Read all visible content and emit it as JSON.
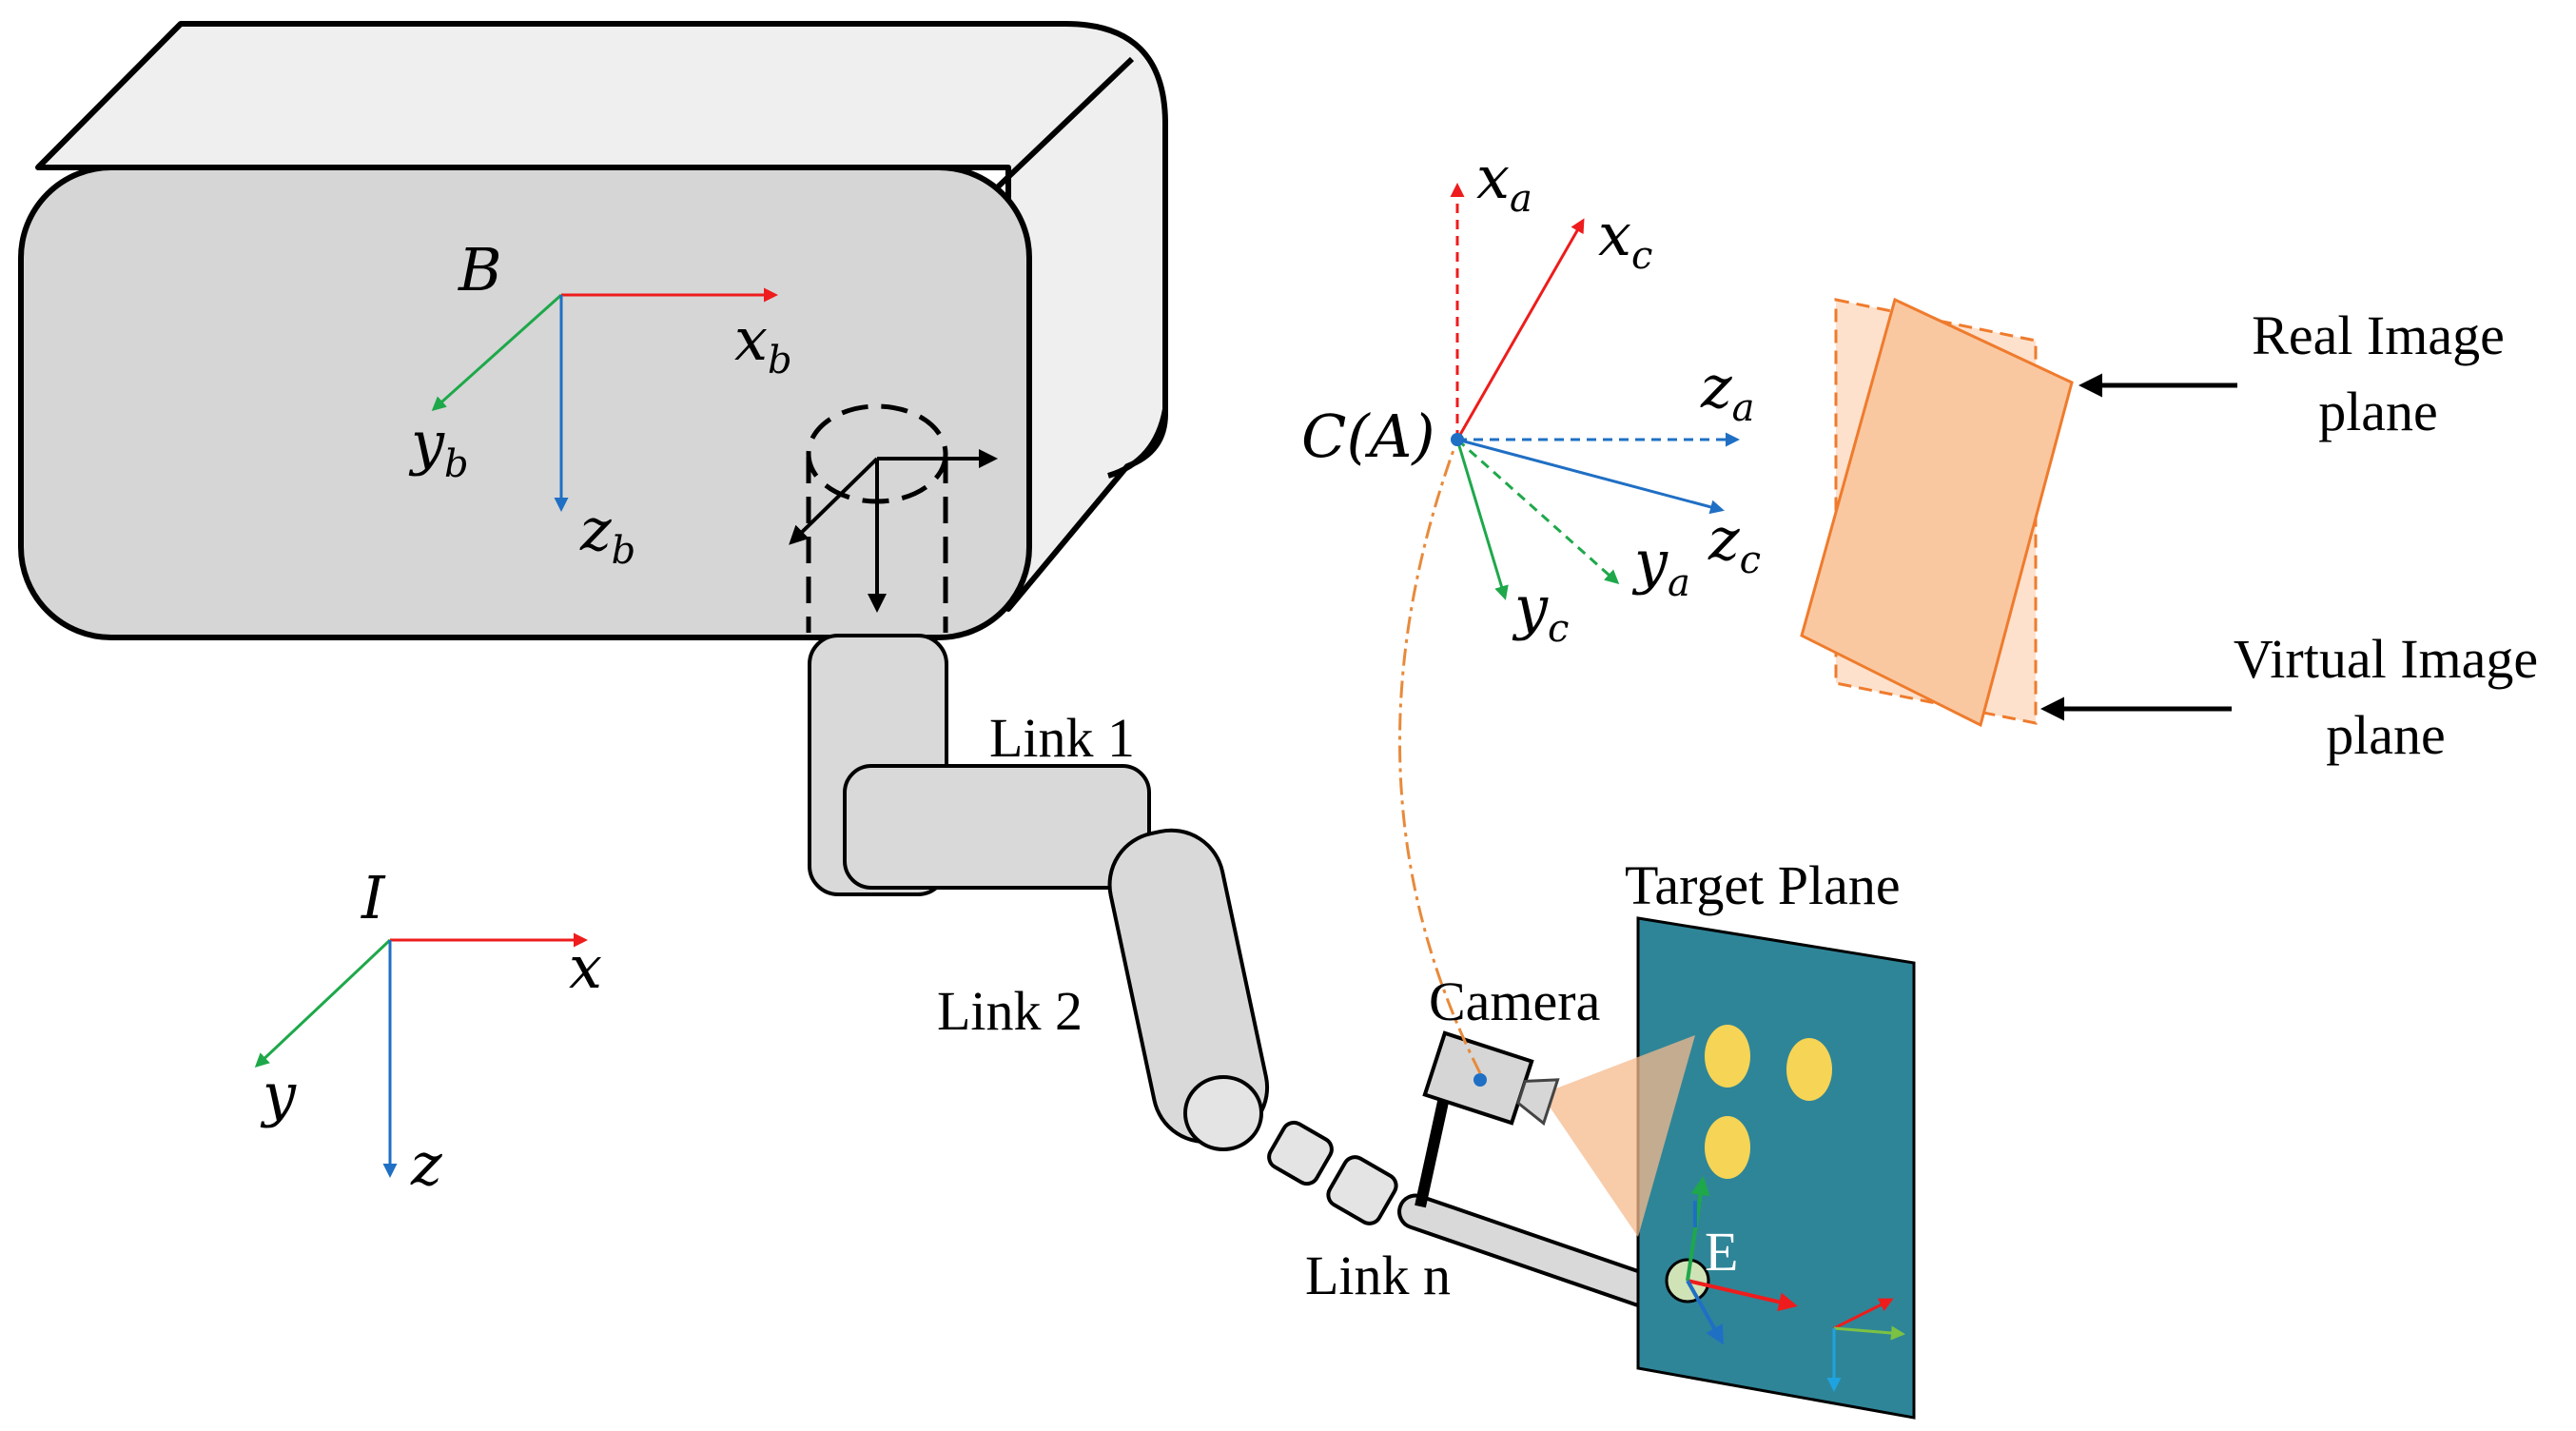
{
  "colors": {
    "x_axis": "#ee1c1c",
    "y_axis": "#1ea84a",
    "z_axis": "#1f6fc4",
    "black": "#000000",
    "body_fill": "#d6d6d6",
    "body_side": "#efefef",
    "link_fill": "#d9d9d9",
    "image_plane": "#f9c8a1",
    "image_plane_edge": "#ef7b2d",
    "target_plane": "#2f8598",
    "target_dot": "#f6d455",
    "trajectory": "#e88a3b",
    "end_effector": "#cfe3b6"
  },
  "icons": {
    "base_frame": "base-coordinate-frame-icon",
    "inertial_frame": "inertial-coordinate-frame-icon",
    "camera": "camera-icon",
    "target_marker": "target-marker-icon"
  },
  "labels": {
    "inertial_origin": "I",
    "inertial_x": "x",
    "inertial_y": "y",
    "inertial_z": "z",
    "base_origin": "B",
    "base_x": "x",
    "base_x_sub": "b",
    "base_y": "y",
    "base_y_sub": "b",
    "base_z": "z",
    "base_z_sub": "b",
    "camera_center": "C(A)",
    "xa": "x",
    "xa_sub": "a",
    "xc": "x",
    "xc_sub": "c",
    "za": "z",
    "za_sub": "a",
    "zc": "z",
    "zc_sub": "c",
    "ya": "y",
    "ya_sub": "a",
    "yc": "y",
    "yc_sub": "c",
    "link1": "Link 1",
    "link2": "Link 2",
    "linkn": "Link n",
    "camera": "Camera",
    "target_plane": "Target Plane",
    "end_effector": "E",
    "real_image_line1": "Real Image",
    "real_image_line2": "plane",
    "virtual_image_line1": "Virtual Image",
    "virtual_image_line2": "plane"
  }
}
